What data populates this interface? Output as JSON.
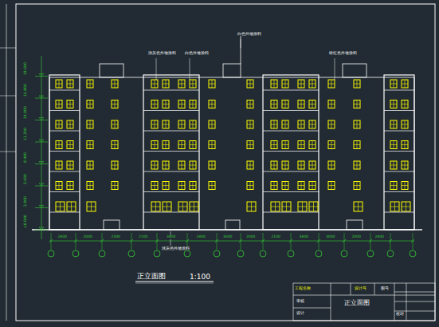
{
  "diagram": {
    "title": "正立面图",
    "labels": [
      "浅灰色外墙涂料",
      "白色外墙涂料",
      "白色外墙涂料",
      "砖红色外墙涂料",
      "浅灰色外墙涂料",
      "1:100",
      "2400",
      "2000",
      "2300",
      "2100",
      "3400",
      "2400",
      "3000",
      "2000",
      "2100",
      "3400",
      "3000",
      "2000",
      "2400",
      "±0.000",
      "2.800",
      "5.600",
      "8.400",
      "11.200",
      "14.000",
      "16.800",
      "19.600",
      "工程名称",
      "设计号",
      "图号",
      "正立面图",
      "审核",
      "设计",
      "校对"
    ]
  }
}
